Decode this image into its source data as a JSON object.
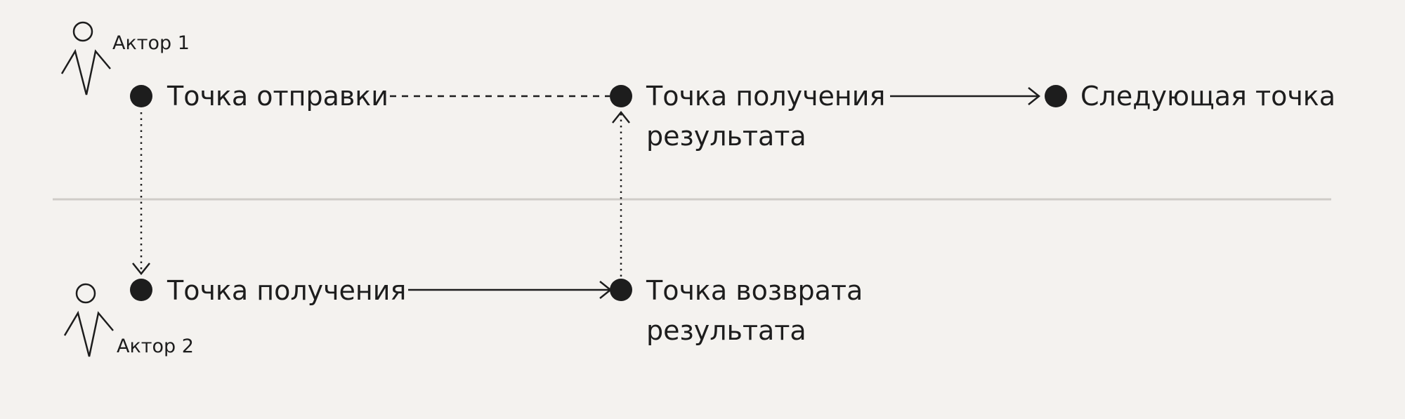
{
  "colors": {
    "background": "#f4f2ef",
    "ink": "#1d1d1d",
    "divider": "#cfccc8"
  },
  "actors": [
    {
      "id": "actor1",
      "label": "Актор 1",
      "icon": "person-icon"
    },
    {
      "id": "actor2",
      "label": "Актор 2",
      "icon": "person-icon"
    }
  ],
  "nodes": [
    {
      "id": "send",
      "lines": [
        "Точка отправки"
      ]
    },
    {
      "id": "receive_result",
      "lines": [
        "Точка получения",
        "результата"
      ]
    },
    {
      "id": "next",
      "lines": [
        "Следующая точка"
      ]
    },
    {
      "id": "receive",
      "lines": [
        "Точка получения"
      ]
    },
    {
      "id": "return_result",
      "lines": [
        "Точка возврата",
        "результата"
      ]
    }
  ],
  "edges": [
    {
      "from": "send",
      "to": "receive_result",
      "style": "dashed",
      "arrow": false
    },
    {
      "from": "receive_result",
      "to": "next",
      "style": "solid",
      "arrow": true
    },
    {
      "from": "send",
      "to": "receive",
      "style": "dotted",
      "arrow": true
    },
    {
      "from": "receive",
      "to": "return_result",
      "style": "solid",
      "arrow": true
    },
    {
      "from": "return_result",
      "to": "receive_result",
      "style": "dotted",
      "arrow": true
    }
  ]
}
